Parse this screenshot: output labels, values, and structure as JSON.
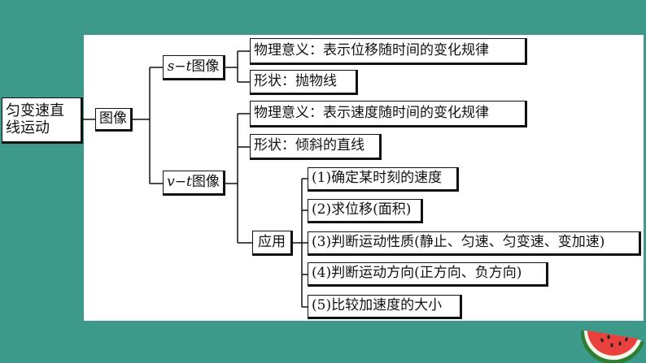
{
  "root": "匀变速直线运动",
  "level1": "图像",
  "st": {
    "var1": "s",
    "dash": "−",
    "var2": "t",
    "label": "图像",
    "children": [
      "物理意义：表示位移随时间的变化规律",
      "形状：抛物线"
    ]
  },
  "vt": {
    "var1": "v",
    "dash": "−",
    "var2": "t",
    "label": "图像",
    "children": [
      "物理意义：表示速度随时间的变化规律",
      "形状：倾斜的直线"
    ],
    "application": {
      "label": "应用",
      "items": [
        "(1)确定某时刻的速度",
        "(2)求位移(面积)",
        "(3)判断运动性质(静止、匀速、匀变速、变加速)",
        "(4)判断运动方向(正方向、负方向)",
        "(5)比较加速度的大小"
      ]
    }
  },
  "colors": {
    "background": "#3d9a8b",
    "panel": "#ffffff",
    "border": "#111111"
  }
}
